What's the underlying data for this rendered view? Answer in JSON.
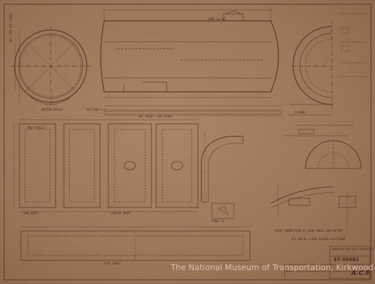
{
  "drawing": {
    "top_left_number": "NO. 270 ACF-33821",
    "drawing_number": "37-30481",
    "company": "AMERICAN CAR AND FOUNDRY CO.",
    "logo_text": "A.C.F.",
    "labels": {
      "section_aa": "SECTION A-A",
      "dome_detail": "DOME DETAIL",
      "bot_outlet": "BOTTOM OUTLET",
      "bolt_holes": "BOLT HOLES",
      "center_sheet": "CENTER SHEET",
      "end_sheet": "END SHEET",
      "flat_sheet": "FLAT SHEET",
      "head_joint": "JOINT CONNECTION AT HEAD ANGLE AND MATING",
      "all_welds": "ALL WELDS & USE OXYGEN ACETYLENE",
      "rivet_lap": "SH. RIVET. LAP JOINT",
      "view_one": "VIEW \"A\"",
      "flange": "FLANGE"
    }
  },
  "watermark": "The National Museum of Transportation, Kirkwood MO"
}
